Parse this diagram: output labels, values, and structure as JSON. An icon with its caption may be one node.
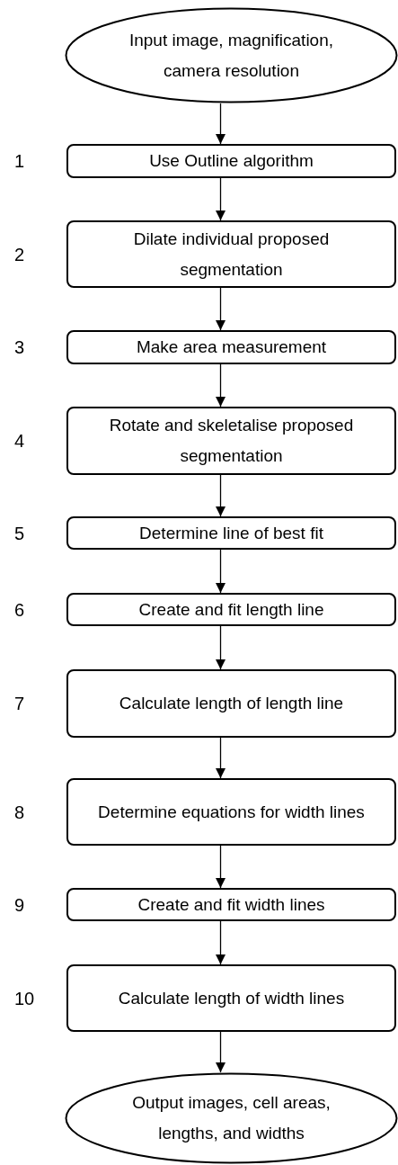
{
  "diagram": {
    "nodes": [
      {
        "text": [
          "Input image, magnification, camera resolution"
        ]
      },
      {
        "text": [
          "Use Outline algorithm"
        ],
        "beside": [
          "1"
        ]
      },
      {
        "text": [
          "Dilate individual proposed segmentation"
        ],
        "beside": [
          "2"
        ]
      },
      {
        "text": [
          "Make area measurement"
        ],
        "beside": [
          "3"
        ]
      },
      {
        "text": [
          "Rotate and skeletalise proposed segmentation"
        ],
        "beside": [
          "4"
        ]
      },
      {
        "text": [
          "Determine line of best fit"
        ],
        "beside": [
          "5"
        ]
      },
      {
        "text": [
          "Create and fit length line"
        ],
        "beside": [
          "6"
        ]
      },
      {
        "text": [
          "Calculate length of length line"
        ],
        "beside": [
          "7"
        ]
      },
      {
        "text": [
          "Determine equations for width lines"
        ],
        "beside": [
          "8"
        ]
      },
      {
        "text": [
          "Create and fit width lines"
        ],
        "beside": [
          "9"
        ]
      },
      {
        "text": [
          "Calculate length of width lines"
        ],
        "beside": [
          "10"
        ]
      },
      {
        "text": [
          "Output images, cell areas, lengths, and widths"
        ]
      }
    ],
    "edges": [
      {
        "from": 0,
        "to": 1,
        "arrow": "to"
      },
      {
        "from": 1,
        "to": 2,
        "arrow": "to"
      },
      {
        "from": 2,
        "to": 3,
        "arrow": "to"
      },
      {
        "from": 3,
        "to": 4,
        "arrow": "to"
      },
      {
        "from": 4,
        "to": 5,
        "arrow": "to"
      },
      {
        "from": 5,
        "to": 6,
        "arrow": "to"
      },
      {
        "from": 6,
        "to": 7,
        "arrow": "to"
      },
      {
        "from": 7,
        "to": 8,
        "arrow": "to"
      },
      {
        "from": 8,
        "to": 9,
        "arrow": "to"
      },
      {
        "from": 9,
        "to": 10,
        "arrow": "to"
      },
      {
        "from": 10,
        "to": 11,
        "arrow": "to"
      }
    ]
  }
}
